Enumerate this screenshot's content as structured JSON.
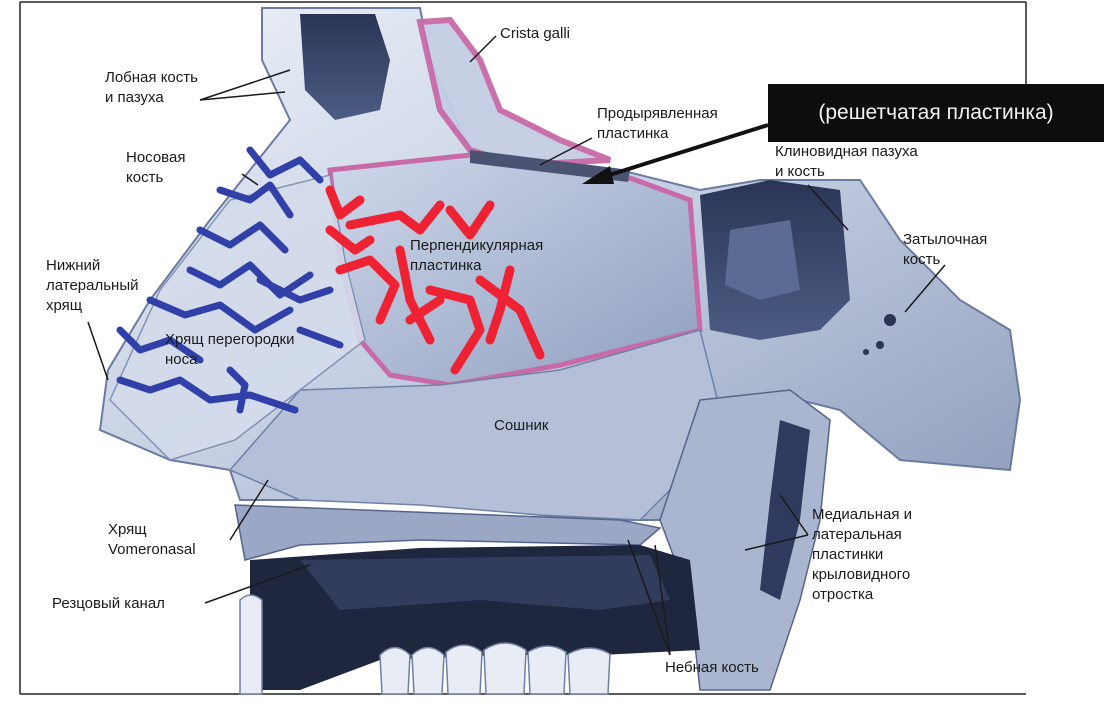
{
  "labels": {
    "crista_galli": "Crista galli",
    "frontal_bone": [
      "Лобная кость",
      "и пазуха"
    ],
    "perforated_plate": [
      "Продырявленная",
      "пластинка"
    ],
    "callout": "(решетчатая пластинка)",
    "sphenoid": [
      "Клиновидная пазуха",
      "и кость"
    ],
    "nasal_bone": [
      "Носовая",
      "кость"
    ],
    "perpendicular_plate": [
      "Перпендикулярная",
      "пластинка"
    ],
    "occipital_bone": [
      "Затылочная",
      "кость"
    ],
    "lower_lateral_cartilage": [
      "Нижний",
      "латеральный",
      "хрящ"
    ],
    "septal_cartilage": [
      "Хрящ перегородки",
      "носа"
    ],
    "vomer": "Сошник",
    "vomeronasal_cartilage": [
      "Хрящ",
      "Vomeronasal"
    ],
    "pterygoid_plates": [
      "Медиальная и",
      "латеральная",
      "пластинки",
      "крыловидного",
      "отростка"
    ],
    "incisive_canal": "Резцовый канал",
    "palatine_bone": "Небная кость"
  },
  "colors": {
    "bone_light": "#dfe6f2",
    "bone_mid": "#9eadc8",
    "bone_dark": "#39476b",
    "outline_pink": "#c86aa8",
    "highlight_red": "#ee2233",
    "highlight_blue": "#3040a8",
    "callout_bg": "#0d0d10"
  }
}
